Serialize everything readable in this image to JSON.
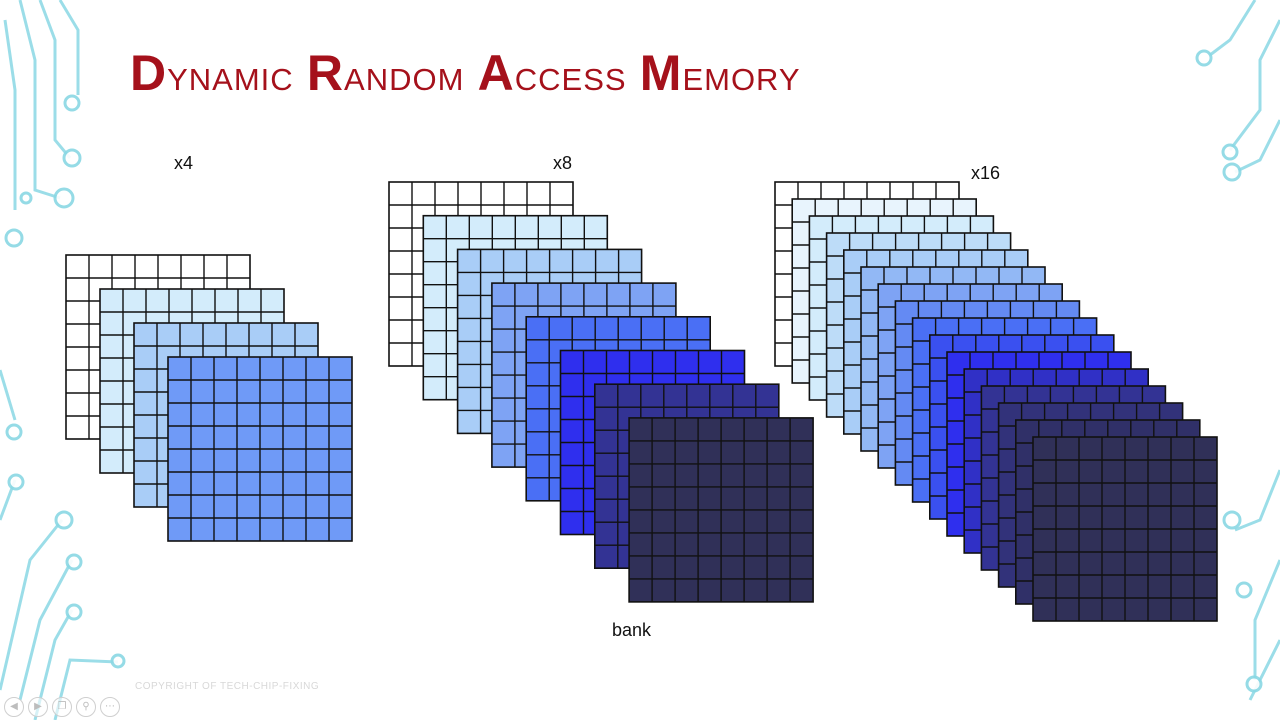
{
  "title": {
    "D": "D",
    "ynamic": "ynamic ",
    "R": "R",
    "andom": "andom ",
    "A": "A",
    "ccess": "ccess ",
    "M": "M",
    "emory": "emory"
  },
  "labels": {
    "x4": "x4",
    "x8": "x8",
    "x16": "x16",
    "bank": "bank"
  },
  "watermark": "COPYRIGHT OF TECH-CHIP-FIXING",
  "colors": {
    "title": "#a5111b",
    "circuit": "#7fd3e0",
    "grid_line": "#111111",
    "x4_layers": [
      "#ffffff",
      "#d3ecfb",
      "#a9cdf7",
      "#6f9af7"
    ],
    "x8_layers": [
      "#ffffff",
      "#d3ecfb",
      "#a9cdf7",
      "#7ea3f4",
      "#4a6ff5",
      "#2f2fee",
      "#333394",
      "#303058"
    ],
    "x16_layers": [
      "#ffffff",
      "#e8f4fd",
      "#d3ecfb",
      "#bddcf8",
      "#a9cdf7",
      "#92b8f5",
      "#7ea3f4",
      "#648af3",
      "#4a6ff5",
      "#3a50f0",
      "#2f2fee",
      "#3030c6",
      "#333394",
      "#32327a",
      "#303068",
      "#303058"
    ]
  },
  "banks": [
    {
      "name": "x4",
      "layers": 4,
      "rows": 8,
      "cols": 8
    },
    {
      "name": "x8",
      "layers": 8,
      "rows": 8,
      "cols": 8
    },
    {
      "name": "x16",
      "layers": 16,
      "rows": 8,
      "cols": 8
    }
  ],
  "player_controls": [
    "prev-icon",
    "next-icon",
    "copy-icon",
    "zoom-icon",
    "more-icon"
  ]
}
